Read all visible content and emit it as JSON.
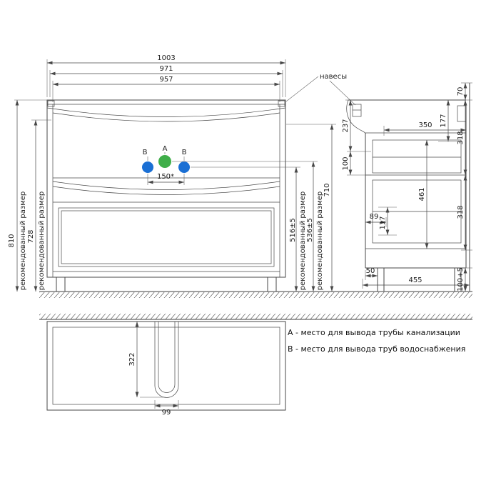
{
  "legend": {
    "line_a": "A - место для вывода трубы канализации",
    "line_b": "B - место для вывода труб водоснабжения"
  },
  "callouts": {
    "hangers": "навесы",
    "recommended": "рекомендованный размер",
    "point_a": "A",
    "point_b": "B"
  },
  "front_view": {
    "width_outer": "1003",
    "width_mid": "971",
    "width_inner": "957",
    "height_total": "810",
    "height_basin": "728",
    "outlet_spacing": "150*",
    "outlet_b_height": "516±5",
    "outlet_a_height": "536±5",
    "height_worktop": "710"
  },
  "side_view": {
    "d70": "70",
    "d237": "237",
    "d100": "100",
    "d177": "177",
    "d350": "350",
    "d318_upper": "318",
    "d461": "461",
    "d89": "89",
    "d117": "117",
    "d318_lower": "318",
    "d_legs": "100+5",
    "d50": "50",
    "d455": "455"
  },
  "plan_view": {
    "d322": "322",
    "d99": "99"
  },
  "colors": {
    "point_a": "#3fae49",
    "point_b": "#1a6fd4",
    "line": "#474747"
  }
}
